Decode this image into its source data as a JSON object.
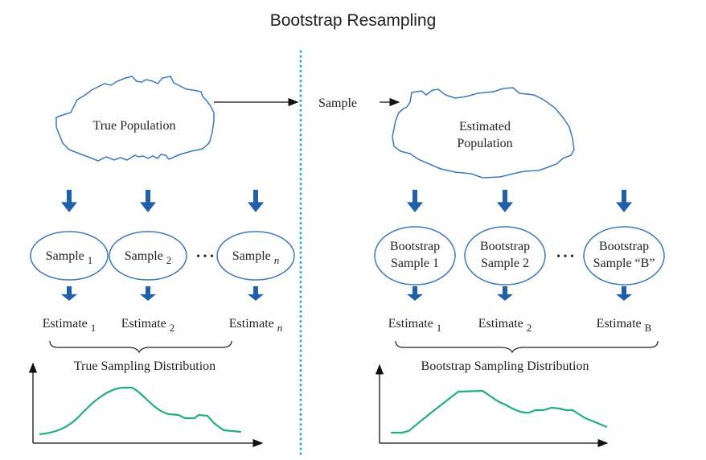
{
  "title": "Bootstrap Resampling",
  "colors": {
    "cloud": "#3a78be",
    "ellipse": "#3a78be",
    "block_arrow": "#1f5fae",
    "divider": "#1fb0dc",
    "curve": "#1fae86",
    "axis": "#111111",
    "text": "#222222"
  },
  "left": {
    "population_label": "True Population",
    "samples": [
      {
        "label": "Sample",
        "sub": "1",
        "italic": false
      },
      {
        "label": "Sample",
        "sub": "2",
        "italic": false
      },
      {
        "label": "Sample",
        "sub": "n",
        "italic": true
      }
    ],
    "estimates": [
      {
        "label": "Estimate",
        "sub": "1",
        "italic": false
      },
      {
        "label": "Estimate",
        "sub": "2",
        "italic": false
      },
      {
        "label": "Estimate",
        "sub": "n",
        "italic": true
      }
    ],
    "ellipsis": "• • •",
    "distribution_label": "True Sampling Distribution"
  },
  "right": {
    "sample_label": "Sample",
    "population_label_line1": "Estimated",
    "population_label_line2": "Population",
    "samples": [
      {
        "line1": "Bootstrap",
        "line2": "Sample 1"
      },
      {
        "line1": "Bootstrap",
        "line2": "Sample 2"
      },
      {
        "line1": "Bootstrap",
        "line2": "Sample “B”"
      }
    ],
    "estimates": [
      {
        "label": "Estimate",
        "sub": "1"
      },
      {
        "label": "Estimate",
        "sub": "2"
      },
      {
        "label": "Estimate",
        "sub": "B"
      }
    ],
    "ellipsis": "• • •",
    "distribution_label": "Bootstrap Sampling Distribution"
  }
}
